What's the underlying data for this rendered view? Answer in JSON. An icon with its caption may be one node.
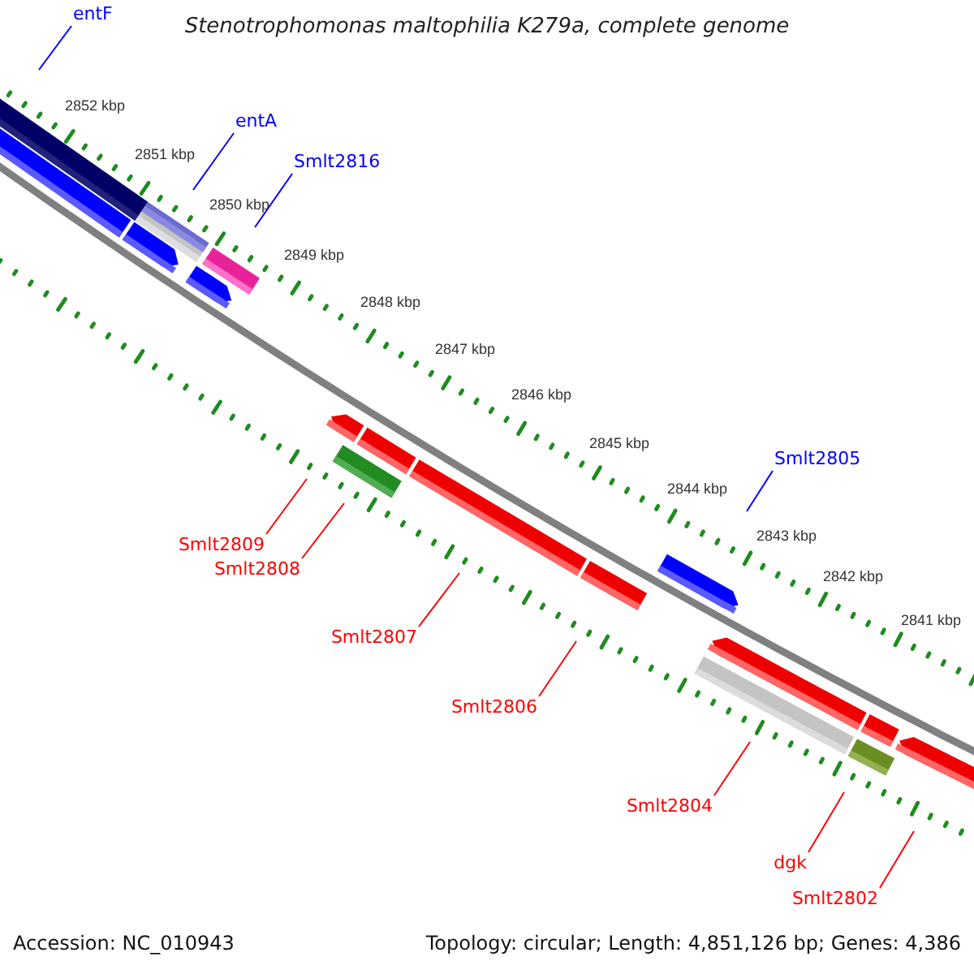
{
  "diagram": {
    "title": "Stenotrophomonas maltophilia K279a, complete genome",
    "nodes": [
      {
        "text": [
          "entF"
        ]
      },
      {
        "text": [
          "entA"
        ]
      },
      {
        "text": [
          "Smlt2816"
        ]
      },
      {
        "text": [
          "Smlt2805"
        ]
      },
      {
        "text": [
          "Smlt2809"
        ]
      },
      {
        "text": [
          "Smlt2808"
        ]
      },
      {
        "text": [
          "Smlt2807"
        ]
      },
      {
        "text": [
          "Smlt2806"
        ]
      },
      {
        "text": [
          "Smlt2804"
        ]
      },
      {
        "text": [
          "dgk"
        ]
      },
      {
        "text": [
          "Smlt2802"
        ]
      }
    ],
    "edges": [
      {
        "from": 0,
        "to": null,
        "arrow": "none",
        "color": "#0000ff"
      },
      {
        "from": 1,
        "to": null,
        "arrow": "none",
        "color": "#0000ff"
      },
      {
        "from": 2,
        "to": null,
        "arrow": "none",
        "color": "#0000ff"
      },
      {
        "from": 3,
        "to": null,
        "arrow": "none",
        "color": "#0000ff"
      },
      {
        "from": 4,
        "to": null,
        "arrow": "none"
      },
      {
        "from": 5,
        "to": null,
        "arrow": "none"
      },
      {
        "from": 6,
        "to": null,
        "arrow": "none"
      },
      {
        "from": 7,
        "to": null,
        "arrow": "none"
      },
      {
        "from": 8,
        "to": null,
        "arrow": "none"
      },
      {
        "from": 9,
        "to": null,
        "arrow": "none"
      },
      {
        "from": 10,
        "to": null,
        "arrow": "none"
      }
    ],
    "labels": [
      "2852 kbp",
      "2851 kbp",
      "2850 kbp",
      "2849 kbp",
      "2848 kbp",
      "2847 kbp",
      "2846 kbp",
      "2845 kbp",
      "2844 kbp",
      "2843 kbp",
      "2842 kbp",
      "2841 kbp",
      "Accession: NC_010943",
      "Topology: circular; Length: 4,851,126 bp; Genes: 4,386"
    ]
  }
}
